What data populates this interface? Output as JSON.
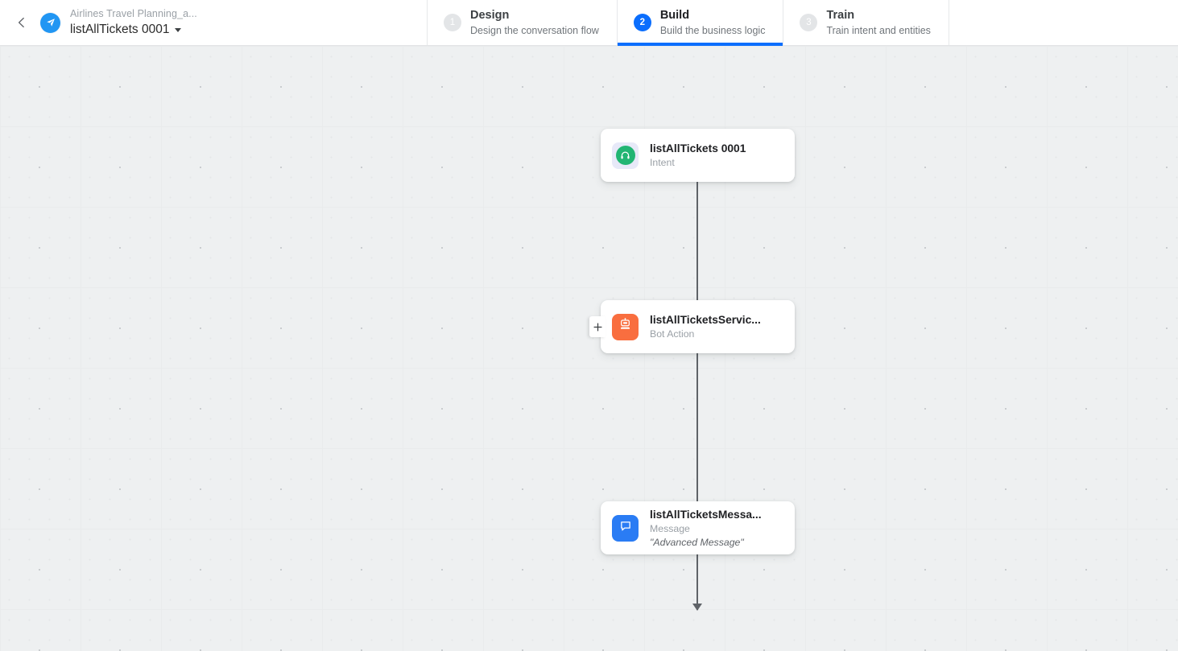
{
  "header": {
    "back_icon": "chevron-left-icon",
    "avatar_icon": "paper-plane-icon",
    "breadcrumb": "Airlines Travel Planning_a...",
    "flow_title": "listAllTickets 0001",
    "caret_icon": "chevron-down-icon",
    "steps": [
      {
        "number": "1",
        "name": "Design",
        "desc": "Design the conversation flow",
        "active": false
      },
      {
        "number": "2",
        "name": "Build",
        "desc": "Build the business logic",
        "active": true
      },
      {
        "number": "3",
        "name": "Train",
        "desc": "Train intent and entities",
        "active": false
      }
    ]
  },
  "canvas": {
    "add_button_label": "+",
    "nodes": [
      {
        "title": "listAllTickets 0001",
        "subtitle": "Intent",
        "extra": "",
        "icon": "headset-icon",
        "icon_color": "#22b573"
      },
      {
        "title": "listAllTicketsServic...",
        "subtitle": "Bot Action",
        "extra": "",
        "icon": "robot-icon",
        "icon_color": "#f96e3f"
      },
      {
        "title": "listAllTicketsMessa...",
        "subtitle": "Message",
        "extra": "\"Advanced Message\"",
        "icon": "chat-bubble-icon",
        "icon_color": "#2a7cf4"
      }
    ]
  },
  "colors": {
    "accent": "#0b6efd",
    "canvas_bg": "#eef0f1",
    "connector": "#5f6368",
    "muted_text": "#9aa0a6"
  }
}
